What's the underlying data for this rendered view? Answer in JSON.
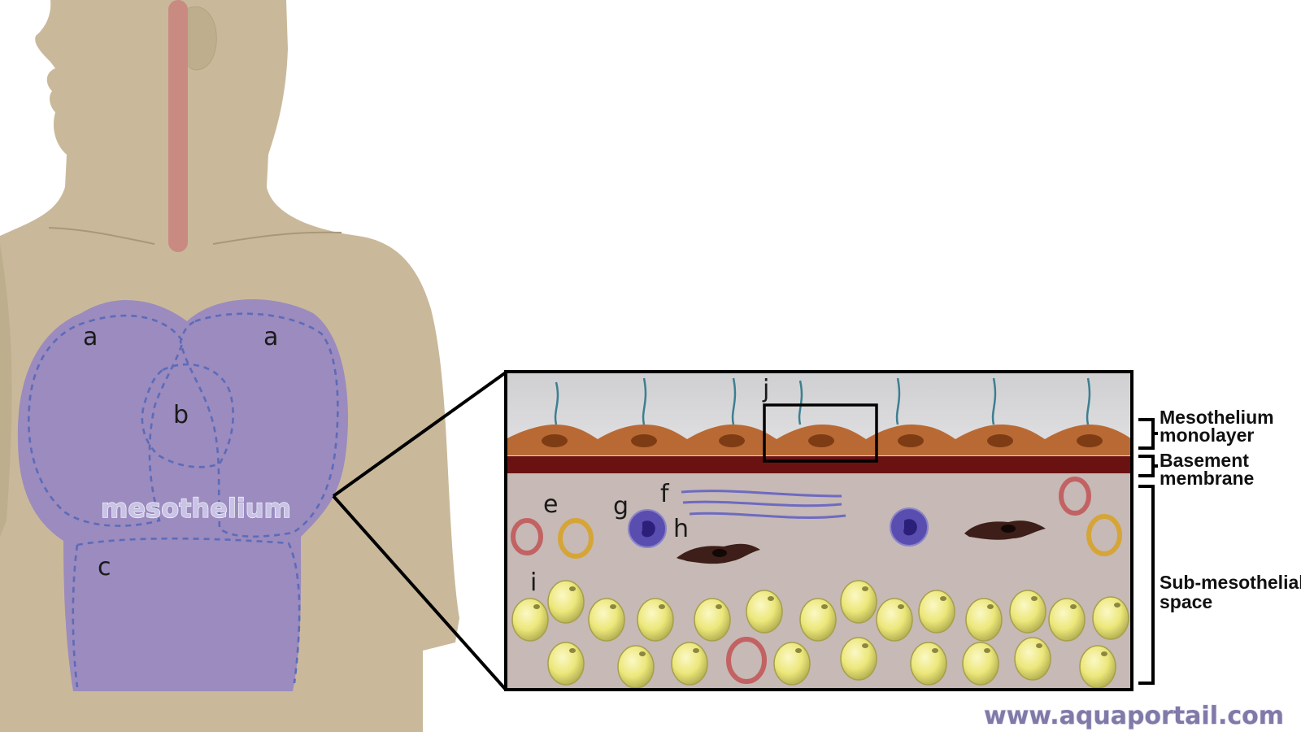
{
  "diagram": {
    "body_labels": {
      "lung_left": "a",
      "lung_right": "a",
      "heart": "b",
      "abdomen": "c",
      "region": "mesothelium"
    },
    "cell_labels": {
      "e": "e",
      "f": "f",
      "g": "g",
      "h": "h",
      "i": "i",
      "j": "j"
    },
    "layers": {
      "monolayer": [
        "Mesothelium",
        "monolayer"
      ],
      "basement": [
        "Basement",
        "membrane"
      ],
      "submeso": [
        "Sub-mesothelial",
        "space"
      ]
    },
    "watermark": "www.aquaportail.com",
    "colors": {
      "skin": "#c9b99a",
      "organ": "#9b8bbf",
      "organ_outline": "#5d6bb8",
      "trachea": "#c98a82",
      "fluid": "#d3d3d5",
      "cell_layer": "#b96a34",
      "nucleus": "#7e3c14",
      "basement": "#6a1212",
      "submeso": "#c6b9b6",
      "adipocyte": "#ece77a",
      "lymphocyte": "#5a4db0",
      "fibroblast": "#3d1e18",
      "vessel_red": "#c26262",
      "vessel_gold": "#d6a537",
      "cilia": "#3c7f90"
    }
  }
}
